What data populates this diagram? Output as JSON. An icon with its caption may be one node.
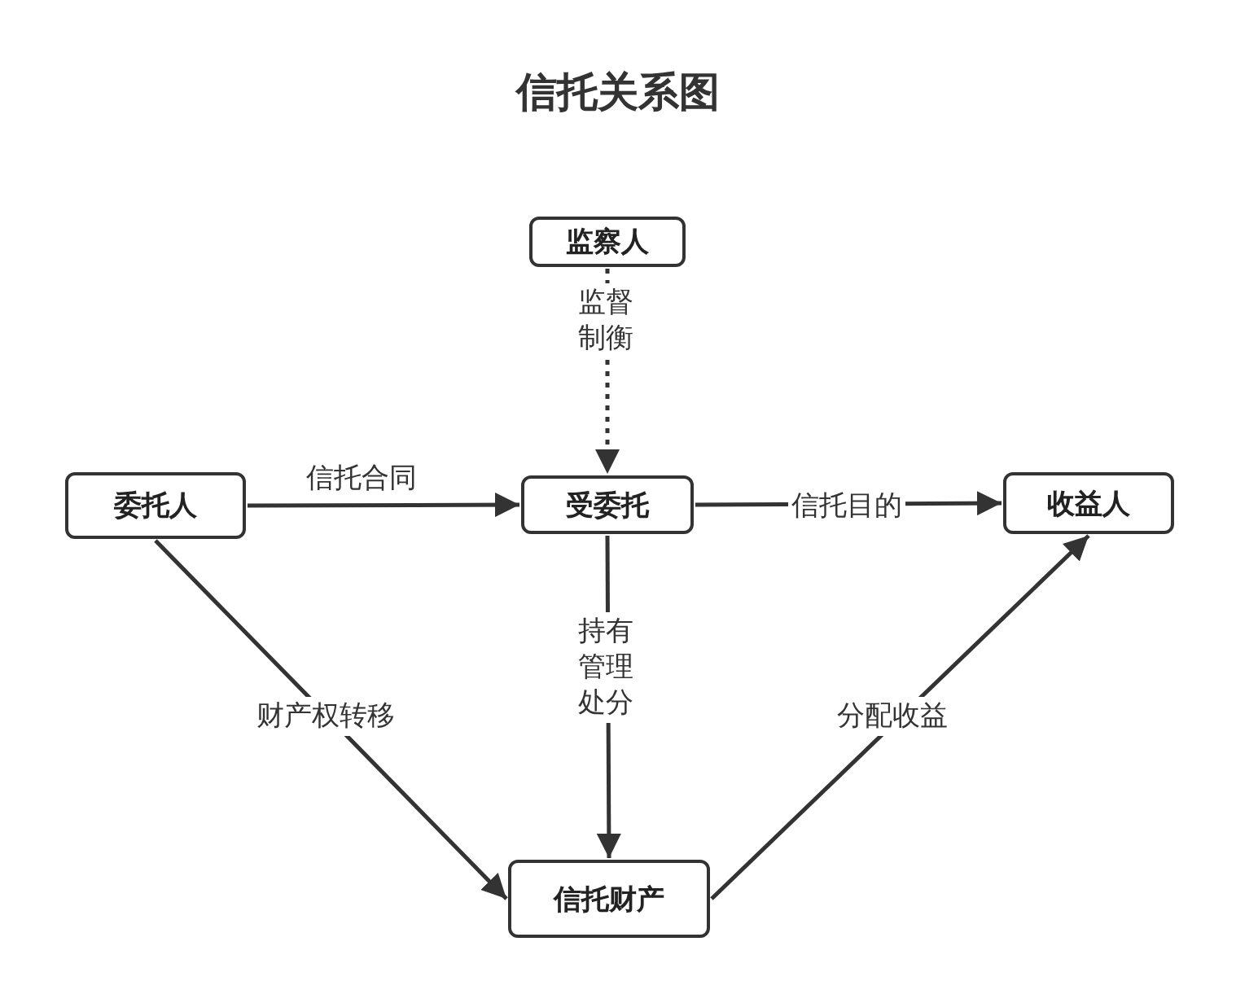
{
  "diagram": {
    "title": "信托关系图",
    "nodes": [
      {
        "text": [
          "监察人"
        ]
      },
      {
        "text": [
          "委托人"
        ]
      },
      {
        "text": [
          "受委托"
        ]
      },
      {
        "text": [
          "收益人"
        ]
      },
      {
        "text": [
          "信托财产"
        ]
      }
    ],
    "edges": [
      {
        "from": 0,
        "to": 2,
        "arrow": "to",
        "label": "监督制衡",
        "style": "dashed"
      },
      {
        "from": 1,
        "to": 2,
        "arrow": "to",
        "label": "信托合同"
      },
      {
        "from": 2,
        "to": 3,
        "arrow": "to",
        "label": "信托目的"
      },
      {
        "from": 2,
        "to": 4,
        "arrow": "to",
        "label": "持有管理处分"
      },
      {
        "from": 1,
        "to": 4,
        "arrow": "to",
        "label": "财产权转移"
      },
      {
        "from": 4,
        "to": 3,
        "arrow": "to",
        "label": "分配收益"
      }
    ]
  }
}
